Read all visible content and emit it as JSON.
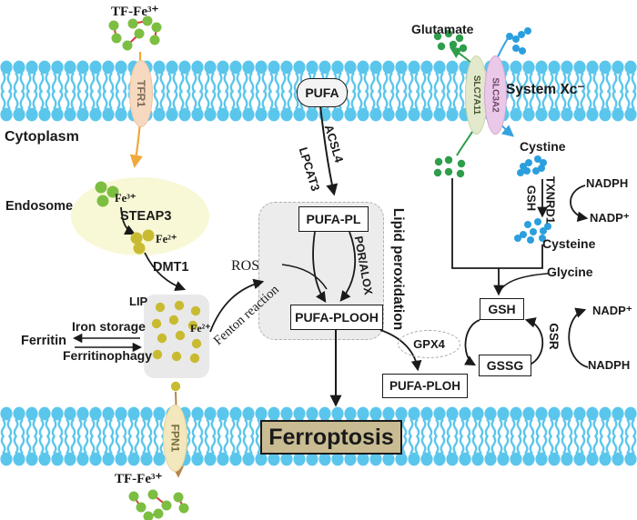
{
  "colors": {
    "membrane_blue": "#5bc6ec",
    "endosome_fill": "#f8f8d6",
    "lip_fill": "#e9e9e9",
    "dashed_box_fill": "#ececec",
    "ferroptosis_fill": "#c9bc92",
    "iron_green": "#7cbe42",
    "iron_olive": "#c9bb31",
    "glutamate_green": "#2e9e4a",
    "cystine_blue": "#2b9fde",
    "link_red": "#d8393c",
    "tfr1_fill": "#f7d9c0",
    "fpn1_fill": "#f3e7bd",
    "slc7a11_fill": "#e2e9cc",
    "slc3a2_fill": "#eac8e8",
    "orange_arrow": "#f0a93c",
    "tan_arrow": "#b5854b"
  },
  "compartments": {
    "cytoplasm": "Cytoplasm",
    "endosome": "Endosome",
    "lip": "LIP",
    "system_xc": "System Xc⁻"
  },
  "transporters": {
    "tfr1": "TFR1",
    "fpn1": "FPN1",
    "slc7a11": "SLC7A11",
    "slc3a2": "SLC3A2"
  },
  "iron": {
    "tf_fe_top": "TF-Fe³⁺",
    "tf_fe_bottom": "TF-Fe³⁺",
    "fe3": "Fe³⁺",
    "fe2": "Fe²⁺",
    "fe2_lip": "Fe²⁺",
    "steap3": "STEAP3",
    "dmt1": "DMT1",
    "ferritin": "Ferritin",
    "iron_storage": "Iron storage",
    "ferritinophagy": "Ferritinophagy",
    "fenton_reaction": "Fenton reaction",
    "ros": "ROS"
  },
  "lipid": {
    "pufa": "PUFA",
    "acsl4": "ACSL4",
    "lpcat3": "LPCAT3",
    "pufa_pl": "PUFA-PL",
    "por_alox": "POR/ALOX",
    "pufa_plooh": "PUFA-PLOOH",
    "lipid_peroxidation": "Lipid peroxidation",
    "pufa_ploh": "PUFA-PLOH",
    "gpx4": "GPX4"
  },
  "gsh": {
    "glutamate": "Glutamate",
    "cystine": "Cystine",
    "gsh_label": "GSH",
    "txnrd1": "TXNRD1",
    "nadph_upper": "NADPH",
    "nadp_upper": "NADP⁺",
    "cysteine": "Cysteine",
    "glycine": "Glycine",
    "gsh_box": "GSH",
    "gssg_box": "GSSG",
    "gsr": "GSR",
    "nadp_lower": "NADP⁺",
    "nadph_lower": "NADPH"
  },
  "outcome": {
    "ferroptosis": "Ferroptosis"
  }
}
